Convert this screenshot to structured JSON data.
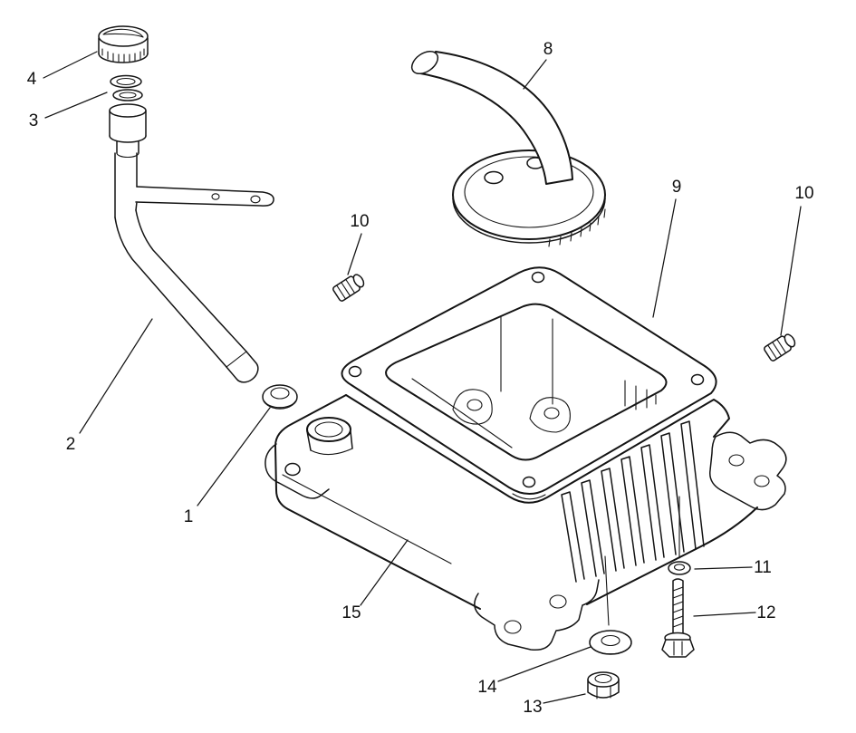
{
  "page": {
    "background_color": "#ffffff",
    "line_color": "#141414",
    "text_color": "#111111"
  },
  "callouts": {
    "n1": "1",
    "n2": "2",
    "n3": "3",
    "n4": "4",
    "n8": "8",
    "n9": "9",
    "n10a": "10",
    "n10b": "10",
    "n11": "11",
    "n12": "12",
    "n13": "13",
    "n14": "14",
    "n15": "15"
  }
}
